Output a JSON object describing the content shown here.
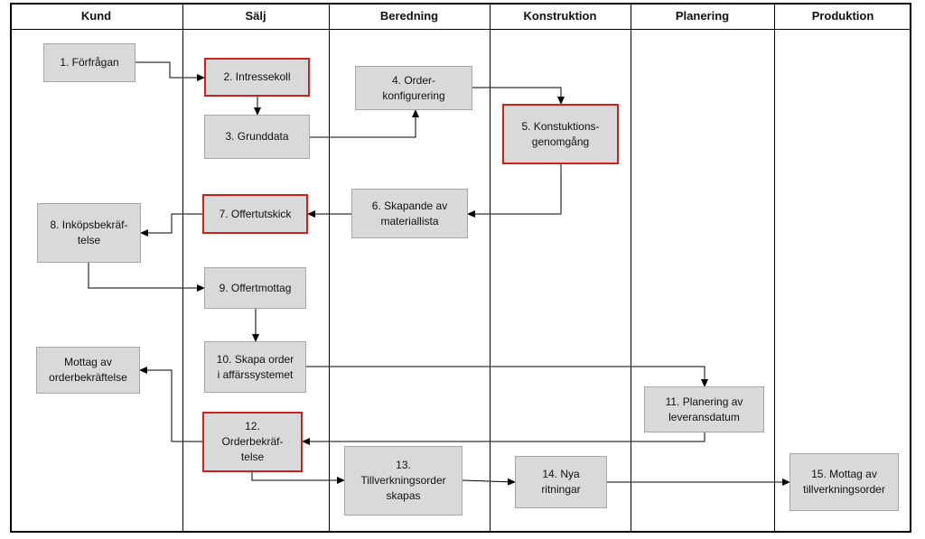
{
  "lanes": [
    "Kund",
    "Sälj",
    "Beredning",
    "Konstruktion",
    "Planering",
    "Produktion"
  ],
  "steps": [
    {
      "text": "1. Förfrågan",
      "highlight": false
    },
    {
      "text": "2. Intressekoll",
      "highlight": true
    },
    {
      "text": "3. Grunddata",
      "highlight": false
    },
    {
      "text": "4. Order-\nkonfigurering",
      "highlight": false
    },
    {
      "text": "5. Konstuktions-\ngenomgång",
      "highlight": true
    },
    {
      "text": "6. Skapande av\nmateriallista",
      "highlight": false
    },
    {
      "text": "7. Offertutskick",
      "highlight": true
    },
    {
      "text": "8. Inköpsbekräf-\ntelse",
      "highlight": false
    },
    {
      "text": "9. Offertmottag",
      "highlight": false
    },
    {
      "text": "10. Skapa order\ni affärssystemet",
      "highlight": false
    },
    {
      "text": "Mottag av\norderbekräftelse",
      "highlight": false
    },
    {
      "text": "11. Planering av\nleveransdatum",
      "highlight": false
    },
    {
      "text": "12.\nOrderbekräf-\ntelse",
      "highlight": true
    },
    {
      "text": "13.\nTillverkningsorder\nskapas",
      "highlight": false
    },
    {
      "text": "14. Nya\nritningar",
      "highlight": false
    },
    {
      "text": "15. Mottag av\ntillverkningsorder",
      "highlight": false
    }
  ],
  "colors": {
    "box_fill": "#d9d9d9",
    "box_border": "#a6a6a6",
    "highlight_border": "#d0201c",
    "line": "#000000"
  }
}
